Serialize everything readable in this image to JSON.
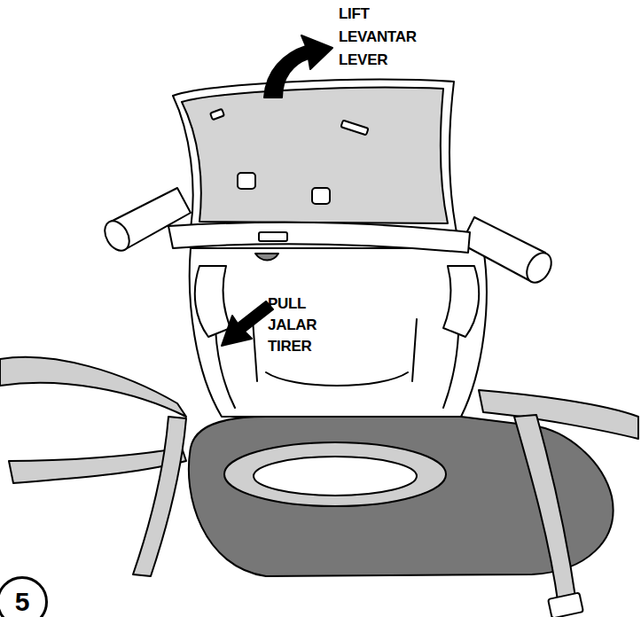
{
  "diagram": {
    "nodes": [
      {
        "text": [
          "5"
        ]
      }
    ],
    "labels": [
      "LIFT",
      "LEVANTAR",
      "LEVER",
      "PULL",
      "JALAR",
      "TIRER"
    ]
  }
}
